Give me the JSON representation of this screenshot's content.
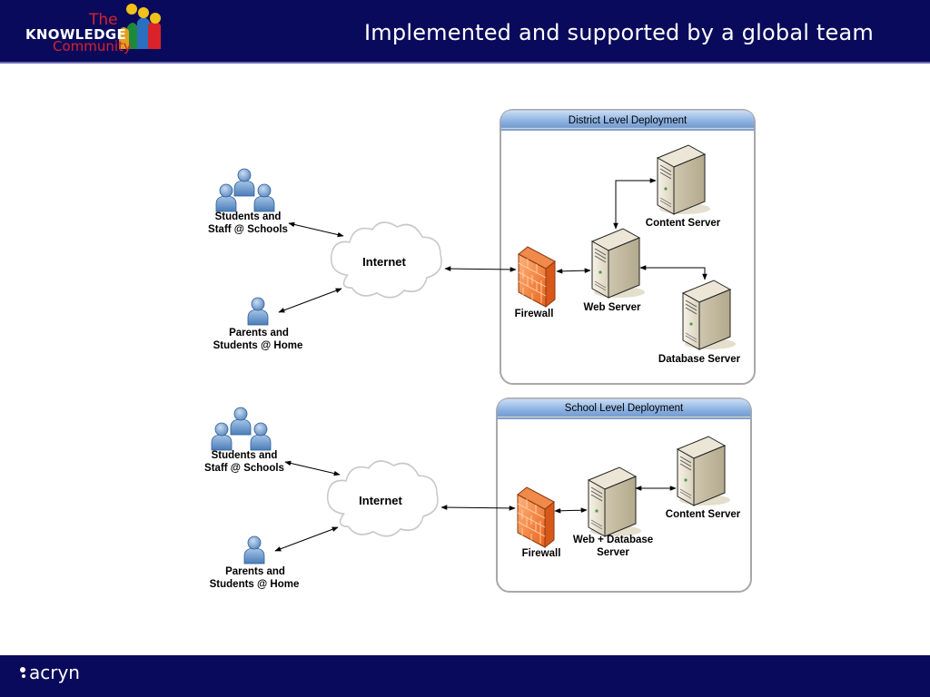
{
  "header": {
    "title": "Implemented and supported by a global team",
    "logo": {
      "line1": "The",
      "line2": "KNOWLEDGE",
      "line3": "Community"
    },
    "colors": {
      "bar": "#0a0a5c",
      "accent": "#d8232a"
    }
  },
  "footer": {
    "brand": "acryn"
  },
  "district": {
    "title": "District Level Deployment",
    "students_l1": "Students and",
    "students_l2": "Staff @ Schools",
    "parents_l1": "Parents and",
    "parents_l2": "Students @ Home",
    "internet": "Internet",
    "firewall": "Firewall",
    "web_server": "Web Server",
    "content_server": "Content Server",
    "database_server": "Database Server"
  },
  "school": {
    "title": "School Level Deployment",
    "students_l1": "Students and",
    "students_l2": "Staff @ Schools",
    "parents_l1": "Parents and",
    "parents_l2": "Students @ Home",
    "internet": "Internet",
    "firewall": "Firewall",
    "web_db_l1": "Web + Database",
    "web_db_l2": "Server",
    "content_server": "Content Server"
  },
  "icons": [
    "user-group-icon",
    "user-icon",
    "cloud-icon",
    "firewall-icon",
    "server-icon"
  ]
}
